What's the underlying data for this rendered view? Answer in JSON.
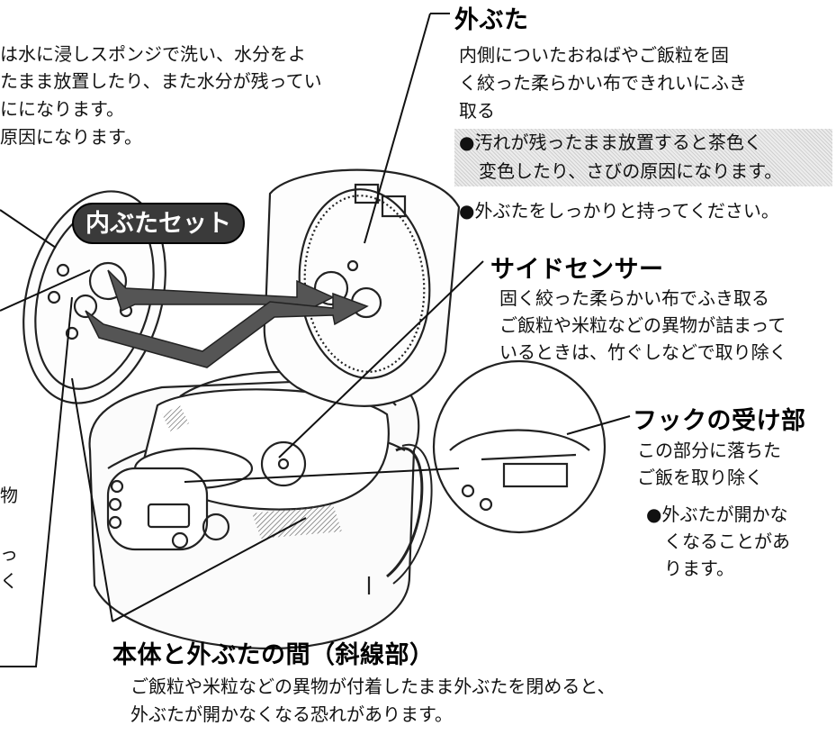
{
  "left_note": {
    "line1": "は水に浸しスポンジで洗い、水分をよ",
    "line2": "たまま放置したり、また水分が残ってい",
    "line3": "にになります。",
    "line4": "原因になります。"
  },
  "left_fragments": {
    "f1": "物",
    "f2": "っ",
    "f3": "く"
  },
  "inner_lid": {
    "label": "内ぶたセット"
  },
  "outer_lid": {
    "heading": "外ぶた",
    "line1": "内側についたおねばやご飯粒を固",
    "line2": "く絞った柔らかい布できれいにふき",
    "line3": "取る",
    "warn_line1": "●汚れが残ったまま放置すると茶色く",
    "warn_line2": "変色したり、さびの原因になります。",
    "note": "●外ぶたをしっかりと持ってください。"
  },
  "side_sensor": {
    "heading": "サイドセンサー",
    "line1": "固く絞った柔らかい布でふき取る",
    "line2": "ご飯粒や米粒などの異物が詰まって",
    "line3": "いるときは、竹ぐしなどで取り除く"
  },
  "hook_receiver": {
    "heading": "フックの受け部",
    "line1": "この部分に落ちた",
    "line2": "ご飯を取り除く",
    "note_line1": "●外ぶたが開かな",
    "note_line2": "くなることがあ",
    "note_line3": "ります。"
  },
  "body_gap": {
    "heading": "本体と外ぶたの間（斜線部）",
    "line1": "ご飯粒や米粒などの異物が付着したまま外ぶたを閉めると、",
    "line2": "外ぶたが開かなくなる恐れがあります。"
  }
}
